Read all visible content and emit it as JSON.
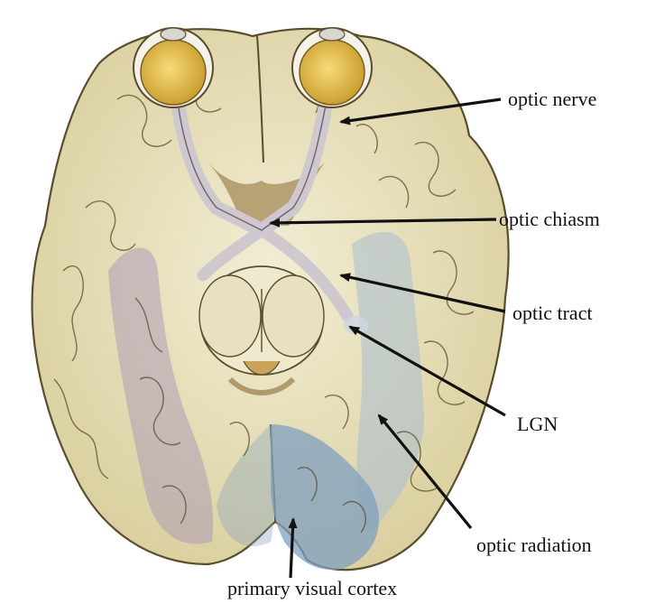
{
  "labels": {
    "optic_nerve": "optic nerve",
    "optic_chiasm": "optic chiasm",
    "optic_tract": "optic tract",
    "lgn": "LGN",
    "optic_radiation": "optic radiation",
    "primary_visual_cortex": "primary visual cortex"
  },
  "colors": {
    "brain_fill": "#e9e3bd",
    "brain_shadow": "#cfc48f",
    "brain_outline": "#5a4c2c",
    "deep_brown": "#8a6a30",
    "eye_fill": "#e6c24a",
    "optic_pathway": "#cfc8cf",
    "optic_radiation": "#a9bdd2",
    "visual_cortex": "#7f9fbf",
    "temporal_purple": "#a58fb9",
    "arrow": "#111111"
  }
}
